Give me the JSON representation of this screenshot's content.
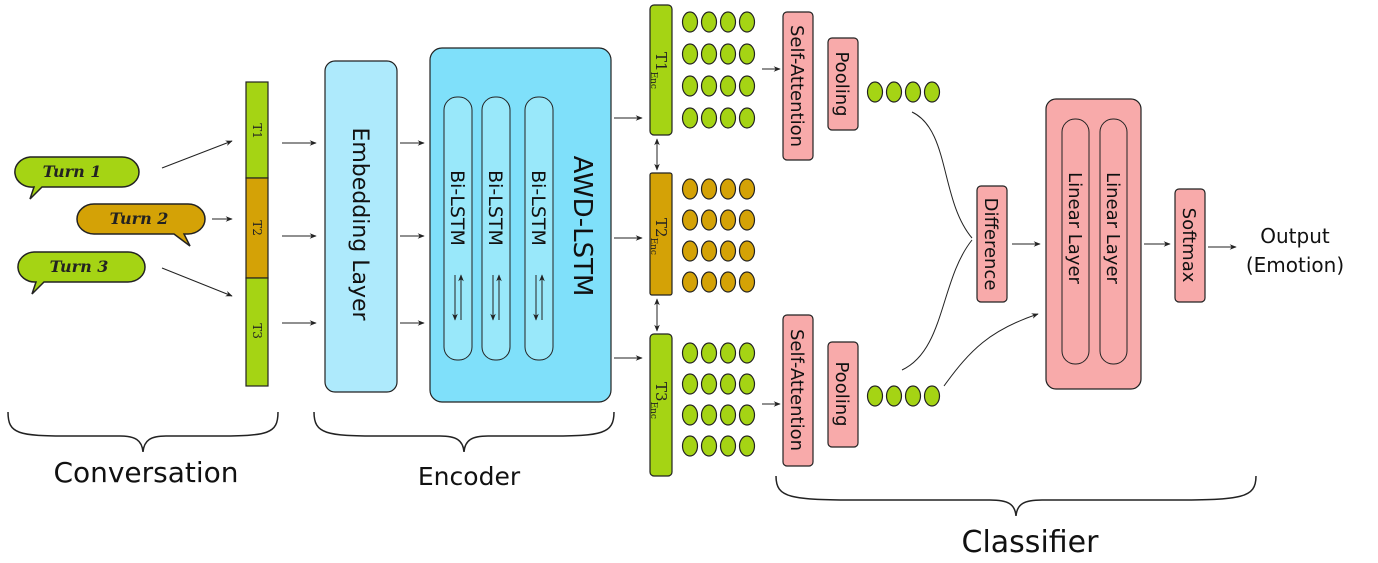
{
  "colors": {
    "green": "#a5d414",
    "gold": "#d4a206",
    "embedding": "#aeeafc",
    "awd": "#7fe0fa",
    "lstm": "#99e8fa",
    "classifier": "#f8aaaa",
    "edge": "#222222"
  },
  "conversation": {
    "turns": [
      "Turn 1",
      "Turn 2",
      "Turn 3"
    ],
    "bar_labels": [
      "T1",
      "T2",
      "T3"
    ],
    "brace_label": "Conversation"
  },
  "encoder": {
    "embedding_label": "Embedding Layer",
    "awd_label": "AWD-LSTM",
    "bilstm_labels": [
      "Bi-LSTM",
      "Bi-LSTM",
      "Bi-LSTM"
    ],
    "brace_label": "Encoder"
  },
  "encoded": {
    "labels": [
      {
        "main": "T1",
        "sub": "Enc"
      },
      {
        "main": "T2",
        "sub": "Enc"
      },
      {
        "main": "T3",
        "sub": "Enc"
      }
    ]
  },
  "classifier": {
    "self_attention_labels": [
      "Self-Attention",
      "Self-Attention"
    ],
    "pooling_labels": [
      "Pooling",
      "Pooling"
    ],
    "difference_label": "Difference",
    "linear_labels": [
      "Linear Layer",
      "Linear Layer"
    ],
    "softmax_label": "Softmax",
    "brace_label": "Classifier"
  },
  "output": {
    "line1": "Output",
    "line2": "(Emotion)"
  }
}
